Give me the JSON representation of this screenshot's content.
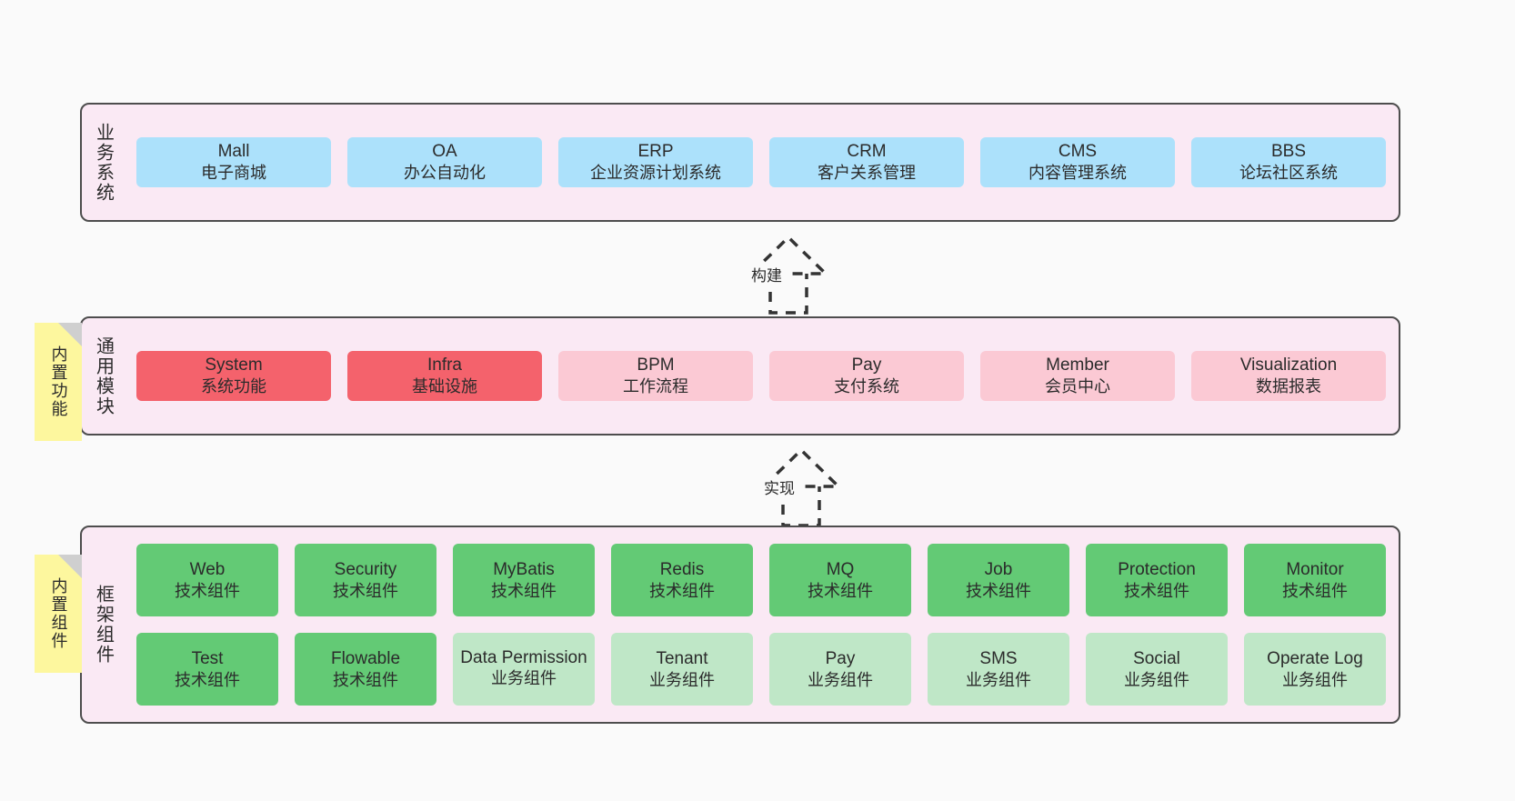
{
  "layers": [
    {
      "id": "business-systems",
      "label": "业务系统",
      "rows": [
        {
          "cells": [
            {
              "en": "Mall",
              "cn": "电子商城",
              "color": "blue"
            },
            {
              "en": "OA",
              "cn": "办公自动化",
              "color": "blue"
            },
            {
              "en": "ERP",
              "cn": "企业资源计划系统",
              "color": "blue"
            },
            {
              "en": "CRM",
              "cn": "客户关系管理",
              "color": "blue"
            },
            {
              "en": "CMS",
              "cn": "内容管理系统",
              "color": "blue"
            },
            {
              "en": "BBS",
              "cn": "论坛社区系统",
              "color": "blue"
            }
          ]
        }
      ]
    },
    {
      "id": "common-modules",
      "label": "通用模块",
      "rows": [
        {
          "cells": [
            {
              "en": "System",
              "cn": "系统功能",
              "color": "red"
            },
            {
              "en": "Infra",
              "cn": "基础设施",
              "color": "red"
            },
            {
              "en": "BPM",
              "cn": "工作流程",
              "color": "pink"
            },
            {
              "en": "Pay",
              "cn": "支付系统",
              "color": "pink"
            },
            {
              "en": "Member",
              "cn": "会员中心",
              "color": "pink"
            },
            {
              "en": "Visualization",
              "cn": "数据报表",
              "color": "pink"
            }
          ]
        }
      ]
    },
    {
      "id": "framework-components",
      "label": "框架组件",
      "rows": [
        {
          "cells": [
            {
              "en": "Web",
              "cn": "技术组件",
              "color": "green"
            },
            {
              "en": "Security",
              "cn": "技术组件",
              "color": "green"
            },
            {
              "en": "MyBatis",
              "cn": "技术组件",
              "color": "green"
            },
            {
              "en": "Redis",
              "cn": "技术组件",
              "color": "green"
            },
            {
              "en": "MQ",
              "cn": "技术组件",
              "color": "green"
            },
            {
              "en": "Job",
              "cn": "技术组件",
              "color": "green"
            },
            {
              "en": "Protection",
              "cn": "技术组件",
              "color": "green"
            },
            {
              "en": "Monitor",
              "cn": "技术组件",
              "color": "green"
            }
          ]
        },
        {
          "cells": [
            {
              "en": "Test",
              "cn": "技术组件",
              "color": "green"
            },
            {
              "en": "Flowable",
              "cn": "技术组件",
              "color": "green"
            },
            {
              "en": "Data Permission",
              "cn": "业务组件",
              "color": "greenlight"
            },
            {
              "en": "Tenant",
              "cn": "业务组件",
              "color": "greenlight"
            },
            {
              "en": "Pay",
              "cn": "业务组件",
              "color": "greenlight"
            },
            {
              "en": "SMS",
              "cn": "业务组件",
              "color": "greenlight"
            },
            {
              "en": "Social",
              "cn": "业务组件",
              "color": "greenlight"
            },
            {
              "en": "Operate Log",
              "cn": "业务组件",
              "color": "greenlight"
            }
          ]
        }
      ]
    }
  ],
  "notes": [
    {
      "id": "builtin-features",
      "text": "内置功能"
    },
    {
      "id": "builtin-components",
      "text": "内置组件"
    }
  ],
  "arrows": [
    {
      "id": "build",
      "label": "构建"
    },
    {
      "id": "implement",
      "label": "实现"
    }
  ],
  "colors": {
    "panel_bg": "#fae9f4",
    "panel_border": "#4d4d4d",
    "blue": "#ace1fb",
    "red": "#f4626c",
    "pink": "#fbc9d4",
    "green": "#63ca75",
    "green_light": "#bfe7c7",
    "note_bg": "#fdf79e",
    "note_fold": "#cfcfcf",
    "canvas_bg": "#fafafa",
    "text": "#2b2b2b"
  }
}
